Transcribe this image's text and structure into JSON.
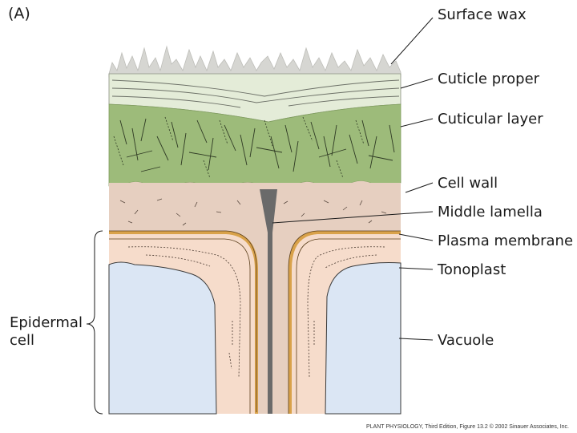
{
  "panel_label": "(A)",
  "labels": {
    "surface_wax": "Surface wax",
    "cuticle_proper": "Cuticle proper",
    "cuticular_layer": "Cuticular layer",
    "cell_wall": "Cell wall",
    "middle_lamella": "Middle lamella",
    "plasma_membrane": "Plasma membrane",
    "tonoplast": "Tonoplast",
    "vacuole": "Vacuole",
    "epidermal_cell_line1": "Epidermal",
    "epidermal_cell_line2": "cell"
  },
  "credit": "PLANT PHYSIOLOGY, Third Edition, Figure 13.2  © 2002 Sinauer Associates, Inc.",
  "colors": {
    "wax": "#d6d6d2",
    "cuticle": "#e4ecd8",
    "cuticular_layer": "#9dbb7a",
    "cell_wall": "#e6cfc0",
    "lamella": "#6a6a6a",
    "cytoplasm": "#f6dccb",
    "membrane": "#d9a24a",
    "vacuole": "#dbe6f4"
  }
}
